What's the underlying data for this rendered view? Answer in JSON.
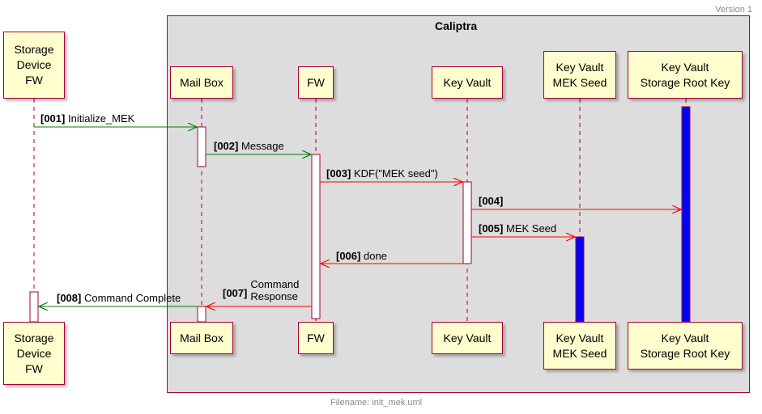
{
  "version": "Version 1",
  "filename": "Filename: init_mek.uml",
  "group": {
    "title": "Caliptra"
  },
  "participants": [
    {
      "id": "storage",
      "label": "Storage\nDevice\nFW"
    },
    {
      "id": "mailbox",
      "label": "Mail Box"
    },
    {
      "id": "fw",
      "label": "FW"
    },
    {
      "id": "keyvault",
      "label": "Key Vault"
    },
    {
      "id": "mekseed",
      "label": "Key Vault\nMEK Seed"
    },
    {
      "id": "srk",
      "label": "Key Vault\nStorage Root Key"
    }
  ],
  "messages": [
    {
      "num": "[001]",
      "text": "Initialize_MEK",
      "from": "storage",
      "to": "mailbox",
      "color": "#008000"
    },
    {
      "num": "[002]",
      "text": "Message",
      "from": "mailbox",
      "to": "fw",
      "color": "#008000"
    },
    {
      "num": "[003]",
      "text": "KDF(\"MEK seed\")",
      "from": "fw",
      "to": "keyvault",
      "color": "#ff0000"
    },
    {
      "num": "[004]",
      "text": "",
      "from": "keyvault",
      "to": "srk",
      "color": "#ff0000"
    },
    {
      "num": "[005]",
      "text": "MEK Seed",
      "from": "keyvault",
      "to": "mekseed",
      "color": "#ff0000"
    },
    {
      "num": "[006]",
      "text": "done",
      "from": "keyvault",
      "to": "fw",
      "color": "#ff0000"
    },
    {
      "num": "[007]",
      "text": "Command\nResponse",
      "from": "fw",
      "to": "mailbox",
      "color": "#ff0000"
    },
    {
      "num": "[008]",
      "text": "Command Complete",
      "from": "mailbox",
      "to": "storage",
      "color": "#008000"
    }
  ],
  "colors": {
    "border": "#a80036",
    "participant_fill": "#fefece",
    "group_fill": "#dddddd",
    "activation_blue": "#0000ff"
  }
}
